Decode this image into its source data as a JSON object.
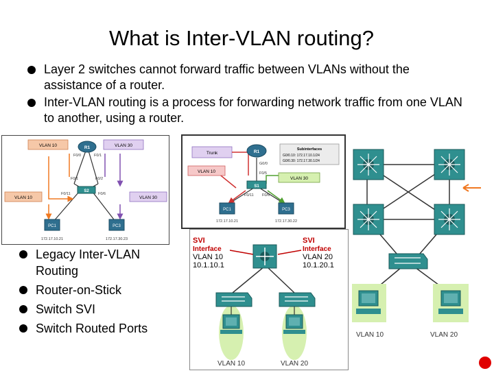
{
  "title": "What is Inter-VLAN routing?",
  "bullets": [
    "Layer 2 switches cannot forward traffic between VLANs without the assistance of a router.",
    "Inter-VLAN routing is a process for forwarding network traffic from one VLAN to another, using a router."
  ],
  "methods": [
    "Legacy Inter-VLAN Routing",
    "Router-on-Stick",
    "Switch SVI",
    "Switch Routed Ports"
  ],
  "fig_legacy": {
    "vlan_top_left": "VLAN 10",
    "vlan_top_right": "VLAN 30",
    "vlan_left": "VLAN 10",
    "vlan_right": "VLAN 30",
    "router": "R1",
    "switch": "S2",
    "pc_left": "PC1",
    "pc_right": "PC3",
    "ip_left": "172.17.10.21",
    "ip_right": "172.17.30.23",
    "port_r1_left": "F0/0",
    "port_r1_right": "F0/1",
    "port_s2_top_left": "F0/1",
    "port_s2_top_right": "F0/2",
    "port_s2_left": "F0/11",
    "port_s2_right": "F0/6"
  },
  "fig_router_on_stick": {
    "trunk": "Trunk",
    "router": "R1",
    "port_router": "G0/0",
    "subinterfaces_title": "Subinterfaces",
    "sub1": "G0/0.10: 172.17.10.1/24",
    "sub2": "G0/0.30: 172.17.30.1/24",
    "vlan_left": "VLAN 10",
    "vlan_right": "VLAN 30",
    "switch": "S1",
    "port_s1_up": "F0/5",
    "port_s1_left": "F0/11",
    "port_s1_right": "F0/6",
    "pc_left": "PC1",
    "pc_right": "PC3",
    "ip_left": "172.17.10.21",
    "ip_right": "172.17.30.22"
  },
  "fig_svi": {
    "svi_left_title": "SVI",
    "svi_left_sub": "Interface",
    "svi_left_vlan": "VLAN 10",
    "svi_left_ip": "10.1.10.1",
    "svi_right_title": "SVI",
    "svi_right_sub": "Interface",
    "svi_right_vlan": "VLAN 20",
    "svi_right_ip": "10.1.20.1",
    "vlan_left": "VLAN 10",
    "vlan_right": "VLAN 20"
  },
  "fig_routed_ports": {
    "vlan_left": "VLAN 10",
    "vlan_right": "VLAN 20"
  },
  "colors": {
    "router_blue": "#2f6f8f",
    "switch_teal": "#2f8f8f",
    "svi_red": "#c00000",
    "vlan10_fill": "#f6c8a8",
    "vlan30_fill": "#e0d0f0",
    "green_fill": "#d6f0b0",
    "orange_arrow": "#f07820",
    "purple_arrow": "#8050b0",
    "red_arrow": "#d03030",
    "accent_dot": "#e00000"
  },
  "icons": [
    "router-icon",
    "switch-icon",
    "multilayer-switch-icon",
    "pc-icon",
    "red-dot-icon"
  ]
}
